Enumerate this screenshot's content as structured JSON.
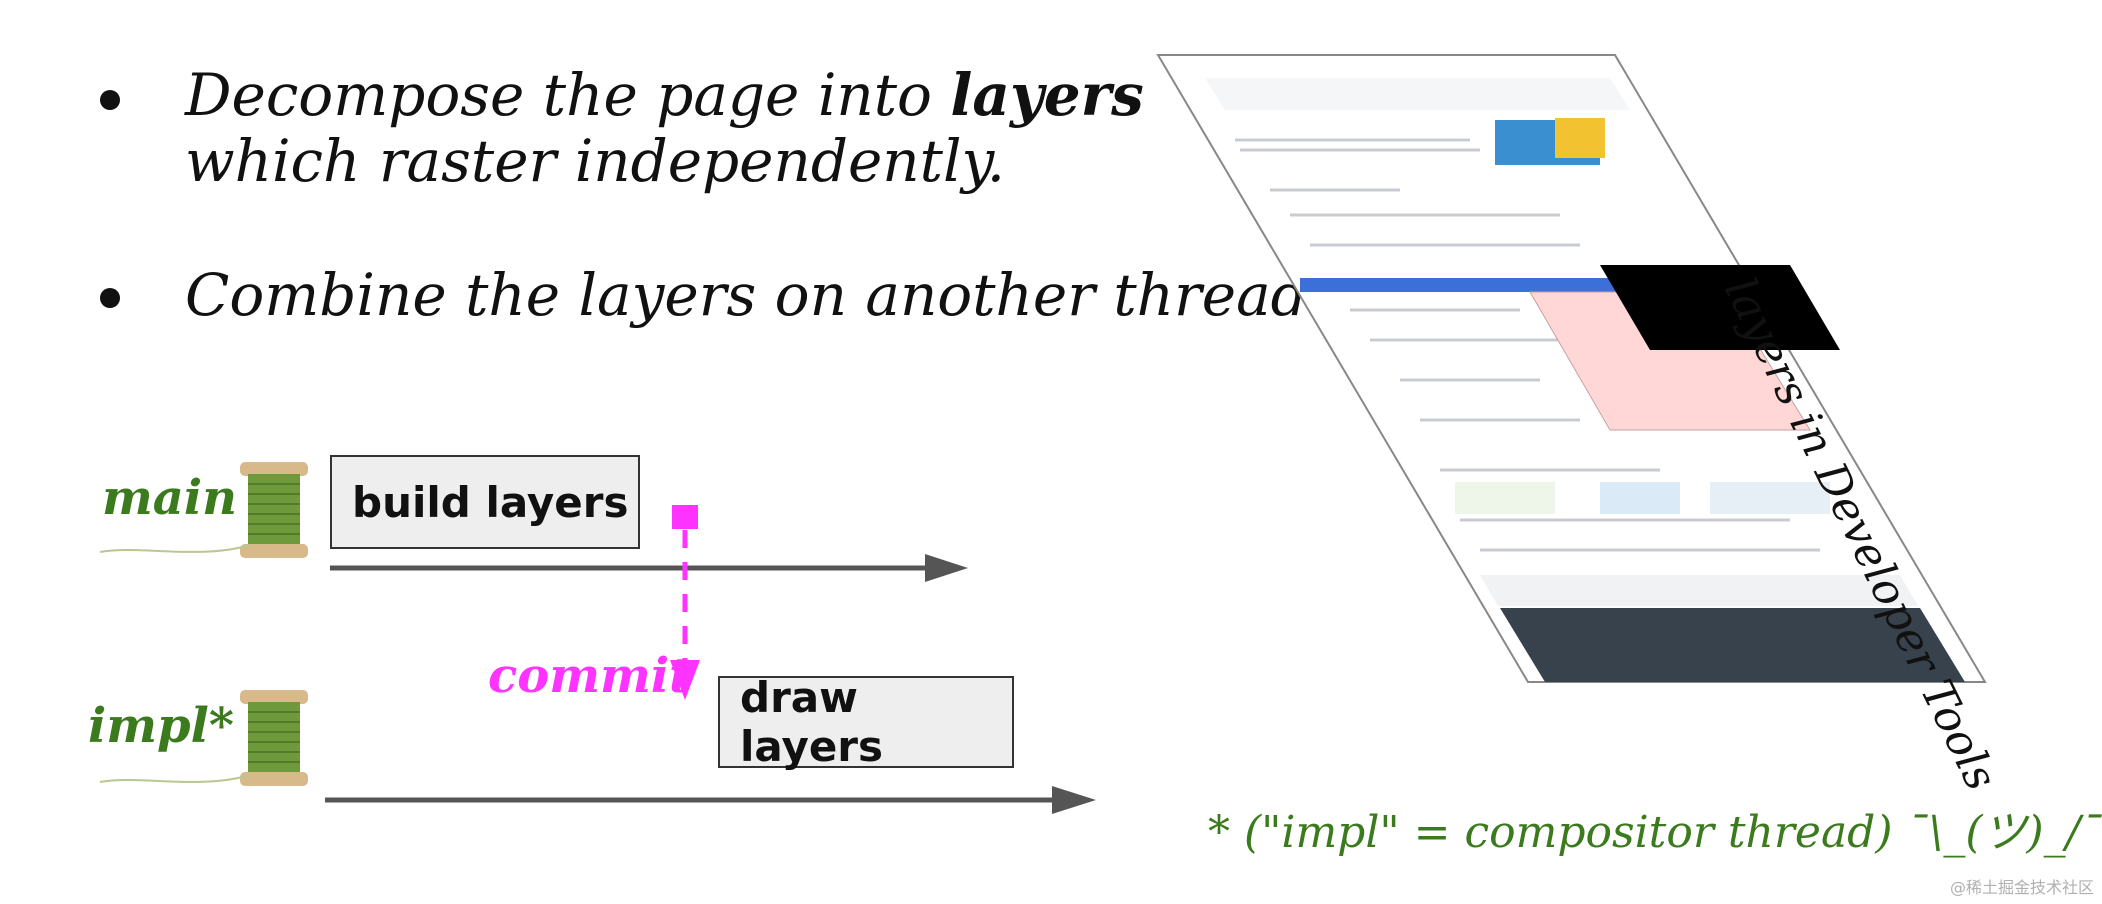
{
  "bullets": {
    "b1_pre": "Decompose the page into ",
    "b1_bold": "layers",
    "b1_line2": "which raster independently.",
    "b2": "Combine the layers on another thread."
  },
  "threads": {
    "main_label": "main",
    "impl_label": "impl*",
    "commit_label": "commit",
    "build_box": "build layers",
    "draw_box": "draw layers"
  },
  "side_label": "layers in Developer Tools",
  "footnote": "* (\"impl\" = compositor thread) ¯\\_(ツ)_/¯",
  "watermark": "@稀土掘金技术社区",
  "colors": {
    "thread_label": "#3c7a1e",
    "commit": "#ff33ff",
    "arrow": "#555555"
  }
}
